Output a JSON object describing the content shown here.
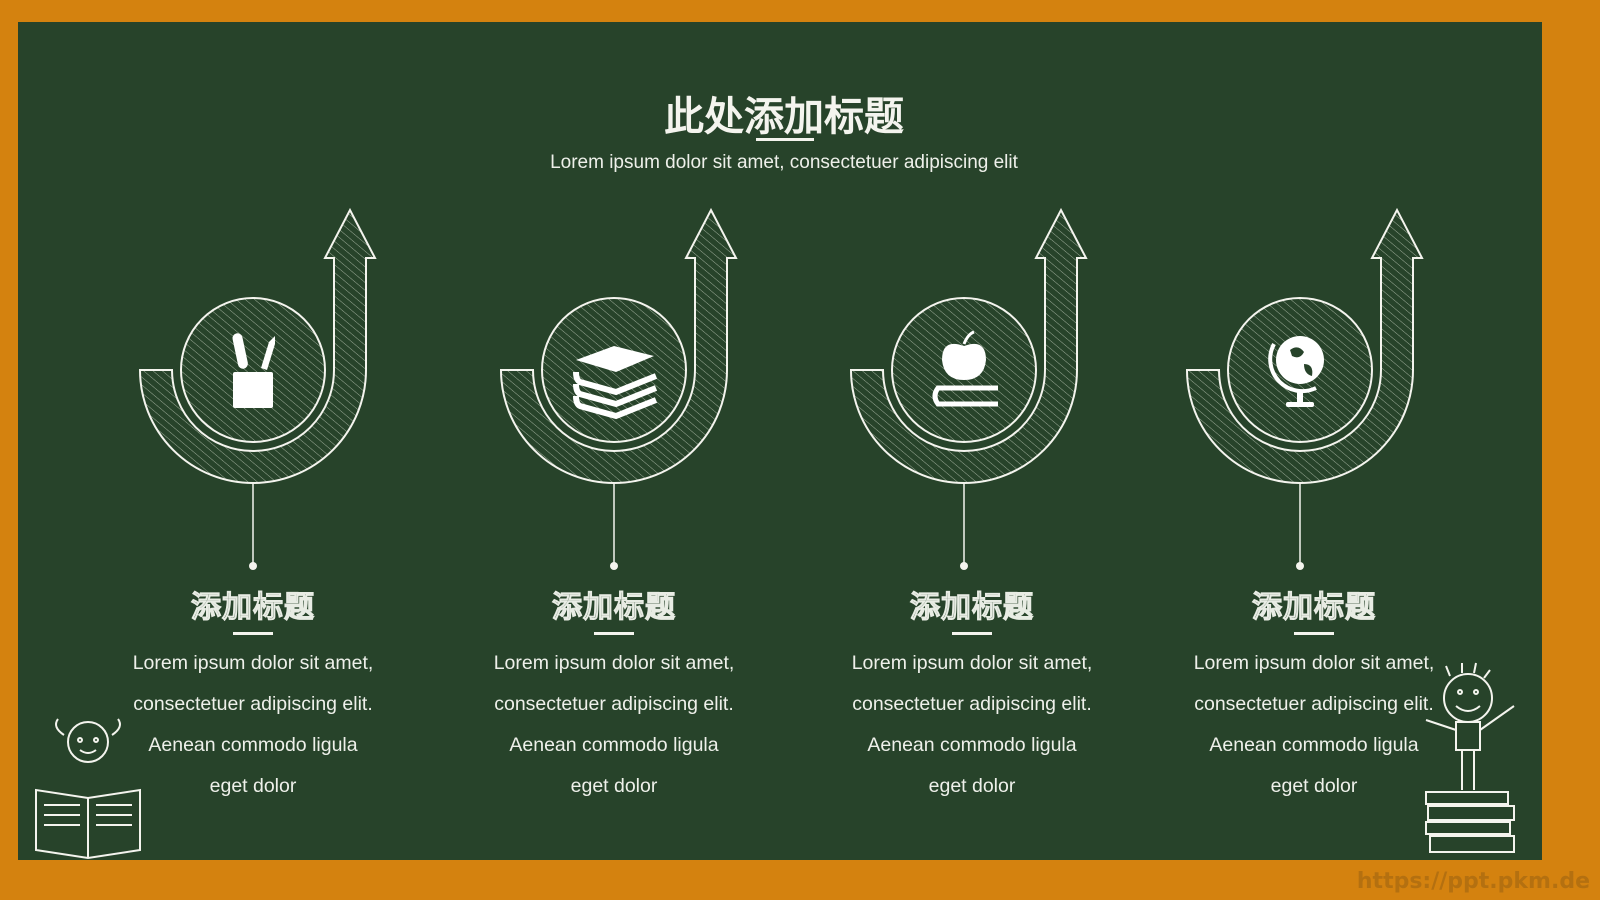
{
  "header": {
    "title": "此处添加标题",
    "subtitle": "Lorem ipsum dolor sit amet, consectetuer adipiscing elit"
  },
  "colors": {
    "board": "#27432a",
    "frame": "#d4820f",
    "chalk": "#f4f4ee"
  },
  "items": [
    {
      "icon": "pencil-cup-icon",
      "title": "添加标题",
      "text": [
        "Lorem ipsum dolor sit amet,",
        "consectetuer adipiscing elit.",
        "Aenean commodo ligula",
        "eget dolor"
      ]
    },
    {
      "icon": "books-icon",
      "title": "添加标题",
      "text": [
        "Lorem ipsum dolor sit amet,",
        "consectetuer adipiscing elit.",
        "Aenean commodo ligula",
        "eget dolor"
      ]
    },
    {
      "icon": "apple-book-icon",
      "title": "添加标题",
      "text": [
        "Lorem ipsum dolor sit amet,",
        "consectetuer adipiscing elit.",
        "Aenean commodo ligula",
        "eget dolor"
      ]
    },
    {
      "icon": "globe-icon",
      "title": "添加标题",
      "text": [
        "Lorem ipsum dolor sit amet,",
        "consectetuer adipiscing elit.",
        "Aenean commodo ligula",
        "eget dolor"
      ]
    }
  ],
  "watermark": "https://ppt.pkm.de"
}
